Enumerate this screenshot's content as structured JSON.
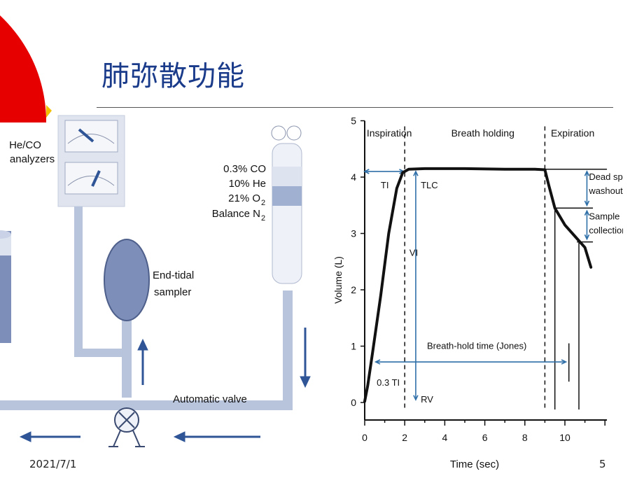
{
  "slide": {
    "title": "肺弥散功能",
    "date": "2021/7/1",
    "page_number": "5"
  },
  "apparatus": {
    "analyzer_label_line1": "He/CO",
    "analyzer_label_line2": "analyzers",
    "gas_line1": "0.3% CO",
    "gas_line2": "10% He",
    "gas_line3_main": "21% O",
    "gas_line3_sub": "2",
    "gas_line4_main": "Balance N",
    "gas_line4_sub": "2",
    "sampler_line1": "End-tidal",
    "sampler_line2": "sampler",
    "valve_label": "Automatic valve",
    "colors": {
      "tube": "#b8c3dc",
      "panel": "#dfe4ef",
      "sampler": "#7d8fb8",
      "arrow": "#2f5597",
      "accent": "#e60000"
    }
  },
  "chart_data": {
    "type": "line",
    "title": "",
    "xlabel": "Time (sec)",
    "ylabel": "Volume (L)",
    "xlim": [
      0,
      12
    ],
    "ylim": [
      0,
      5
    ],
    "x_ticks": [
      "0",
      "2",
      "4",
      "6",
      "8",
      "10"
    ],
    "y_ticks": [
      "0",
      "1",
      "2",
      "3",
      "4",
      "5"
    ],
    "series": [
      {
        "x": [
          0,
          0.15,
          0.4,
          0.8,
          1.2,
          1.6,
          1.9,
          2.2,
          3,
          5,
          7,
          8.5,
          9.0,
          9.2,
          9.5,
          10,
          10.5,
          11.0,
          11.3
        ],
        "y": [
          0.02,
          0.3,
          0.9,
          1.9,
          3.0,
          3.8,
          4.08,
          4.14,
          4.15,
          4.15,
          4.14,
          4.14,
          4.13,
          3.85,
          3.45,
          3.15,
          2.95,
          2.75,
          2.4
        ]
      }
    ],
    "phase_labels": [
      "Inspiration",
      "Breath holding",
      "Expiration"
    ],
    "phase_dividers_x": [
      2.0,
      9.0
    ],
    "annotations": {
      "ti": "TI",
      "tlc": "TLC",
      "vi": "VI",
      "rv": "RV",
      "breath_hold": "Breath-hold time (Jones)",
      "point3ti": "0.3 TI",
      "dead_space_line1": "Dead space",
      "dead_space_line2": "washout",
      "sample_line1": "Sample",
      "sample_line2": "collection"
    },
    "grid": false
  }
}
